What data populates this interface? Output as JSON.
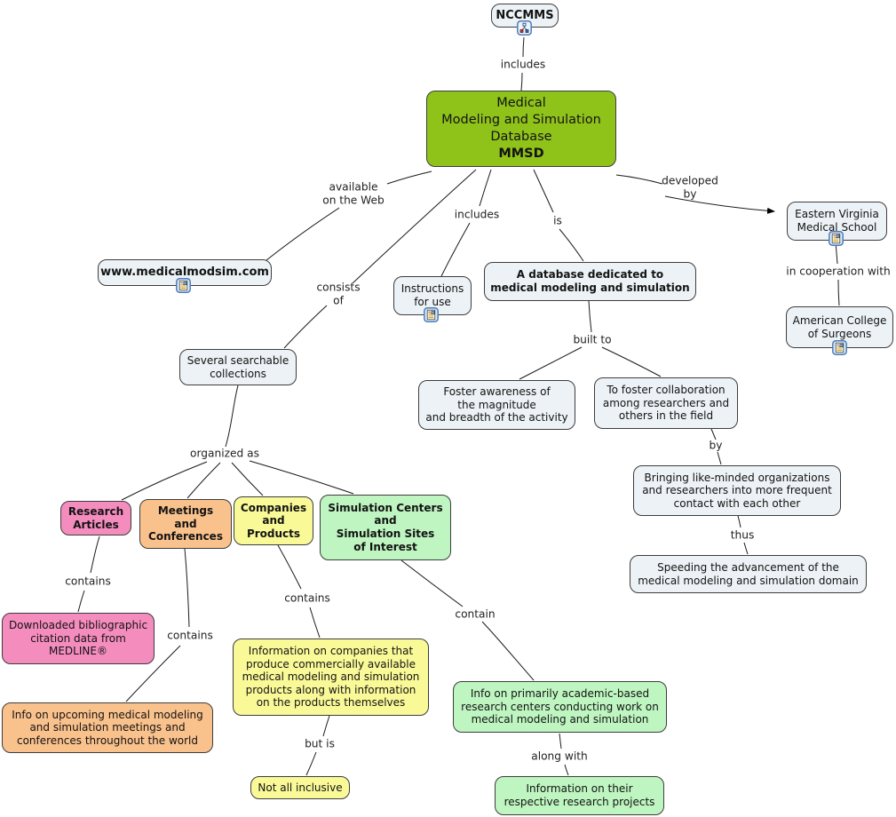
{
  "nodes": {
    "nccmms": {
      "label": "NCCMMS"
    },
    "mmsd": {
      "title": "Medical\nModeling and Simulation\nDatabase",
      "acronym": "MMSD"
    },
    "evms": {
      "label": "Eastern Virginia\nMedical School"
    },
    "acs": {
      "label": "American College\nof Surgeons"
    },
    "website": {
      "label": "www.medicalmodsim.com"
    },
    "instructions": {
      "label": "Instructions\nfor use"
    },
    "db_dedicated": {
      "label": "A database dedicated to\nmedical modeling and simulation"
    },
    "collections": {
      "label": "Several searchable\ncollections"
    },
    "foster_awareness": {
      "label": "Foster awareness of\nthe magnitude\nand breadth of the activity"
    },
    "foster_collaboration": {
      "label": "To foster collaboration\namong researchers and\nothers in the field"
    },
    "bringing": {
      "label": "Bringing like-minded organizations\nand researchers into more frequent\ncontact with each other"
    },
    "speeding": {
      "label": "Speeding the advancement of the\nmedical modeling and simulation domain"
    },
    "research_articles": {
      "label": "Research\nArticles"
    },
    "meetings": {
      "label": "Meetings\nand\nConferences"
    },
    "companies": {
      "label": "Companies\nand\nProducts"
    },
    "sim_centers": {
      "label": "Simulation Centers\nand\nSimulation Sites\nof Interest"
    },
    "medline": {
      "label": "Downloaded bibliographic\ncitation data from\nMEDLINE®"
    },
    "upcoming": {
      "label": "Info on upcoming medical modeling\nand simulation meetings and\nconferences throughout the world"
    },
    "companies_info": {
      "label": "Information on companies that\nproduce commercially available\nmedical modeling and simulation\nproducts along with information\non the products themselves"
    },
    "not_all_inclusive": {
      "label": "Not all inclusive"
    },
    "academic_centers": {
      "label": "Info on primarily academic-based\nresearch centers conducting work on\nmedical modeling and simulation"
    },
    "projects": {
      "label": "Information on their\nrespective research projects"
    }
  },
  "links": {
    "includes_top": "includes",
    "available_web": "available\non the Web",
    "consists_of": "consists\nof",
    "includes_mid": "includes",
    "is": "is",
    "developed_by": "developed\nby",
    "in_cooperation": "in cooperation with",
    "built_to": "built to",
    "by": "by",
    "thus": "thus",
    "organized_as": "organized as",
    "contains_articles": "contains",
    "contains_meetings": "contains",
    "contains_companies": "contains",
    "contain_centers": "contain",
    "but_is": "but is",
    "along_with": "along with"
  },
  "colors": {
    "concept_default": "#ECF2F5",
    "concept_highlight_green": "#8FC31A",
    "category_pink": "#F48CBE",
    "category_orange": "#F9C18C",
    "category_yellow": "#FAF998",
    "category_light_green": "#BEF5C0"
  },
  "icons": {
    "nccmms_icon": "concept-map-resource",
    "resource_icon": "document-resource"
  }
}
